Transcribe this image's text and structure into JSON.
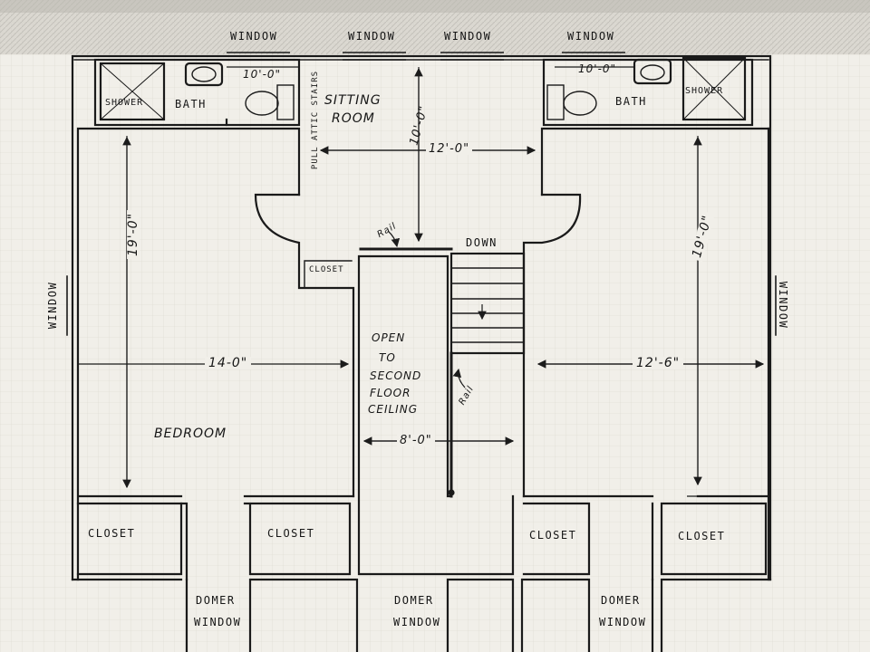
{
  "labels": {
    "window": "WINDOW",
    "shower": "SHOWER",
    "bath": "BATH",
    "sitting_room_1": "SITTING",
    "sitting_room_2": "ROOM",
    "pull_attic_stairs": "PULL ATTIC STAIRS",
    "closet": "CLOSET",
    "down": "DOWN",
    "rail": "Rail",
    "open_line1": "OPEN",
    "open_line2": "TO",
    "open_line3": "SECOND",
    "open_line4": "FLOOR",
    "open_line5": "CEILING",
    "bedroom": "BEDROOM",
    "domer": "DOMER"
  },
  "dimensions": {
    "left_bath_width": "10'-0\"",
    "right_bath_width": "10'-0\"",
    "sitting_depth": "10'-0\"",
    "sitting_width": "12'-0\"",
    "left_bedroom_length": "19'-0\"",
    "right_bedroom_length": "19'-0\"",
    "left_bedroom_width": "14-0\"",
    "right_bedroom_width": "12'-6\"",
    "open_width": "8'-0\""
  }
}
